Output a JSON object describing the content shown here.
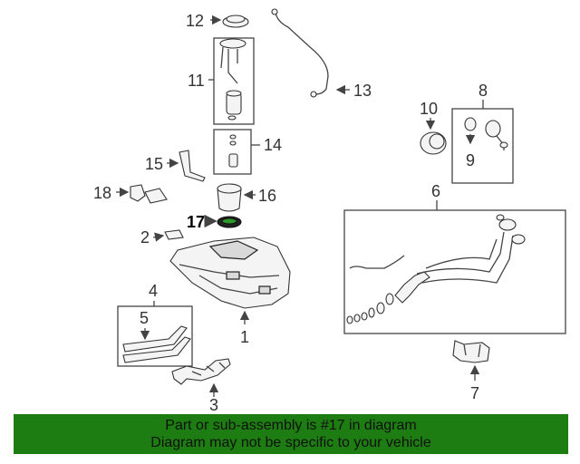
{
  "callouts": {
    "n1": "1",
    "n2": "2",
    "n3": "3",
    "n4": "4",
    "n5": "5",
    "n6": "6",
    "n7": "7",
    "n8": "8",
    "n9": "9",
    "n10": "10",
    "n11": "11",
    "n12": "12",
    "n13": "13",
    "n14": "14",
    "n15": "15",
    "n16": "16",
    "n17": "17",
    "n18": "18"
  },
  "highlight_part": "17",
  "banner": {
    "line1": "Part or sub-assembly is #17 in diagram",
    "line2": "Diagram may not be specific to your vehicle",
    "background": "#1e7d12"
  }
}
